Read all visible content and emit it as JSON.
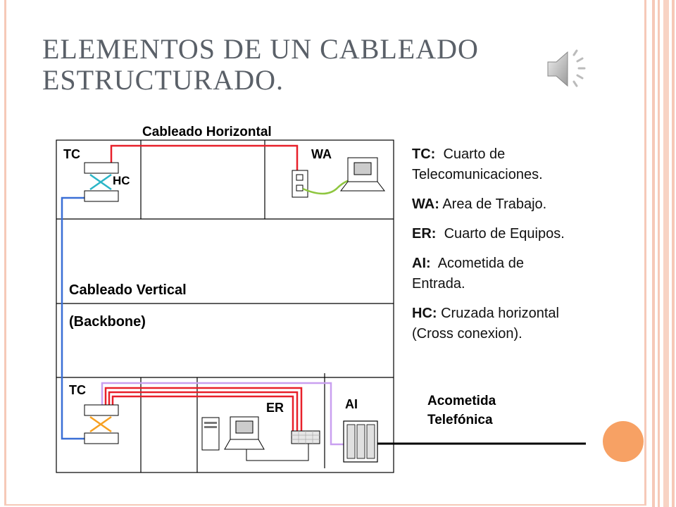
{
  "title": {
    "line1": "ELEMENTOS DE UN CABLEADO",
    "line2": "ESTRUCTURADO."
  },
  "icons": {
    "speaker": "speaker-audio-icon",
    "orange_dot": "orange-circle-decoration"
  },
  "colors": {
    "title": "#5a6068",
    "horizontal_cable": "#e8202a",
    "vertical_cable": "#3a6fd6",
    "telephony_cable": "#c9a0f0",
    "patch_cable": "#8ec63f",
    "cross_hc": "#2bb5c7",
    "cross_er": "#f7a021",
    "accent": "#f7a164",
    "border": "#f6c9b8"
  },
  "diagram": {
    "horizontal_label": "Cableado Horizontal",
    "vertical_label": "Cableado Vertical",
    "backbone_label": "(Backbone)",
    "tc_top": "TC",
    "hc": "HC",
    "wa": "WA",
    "tc_bottom": "TC",
    "er": "ER",
    "ai": "AI",
    "acometida_line1": "Acometida",
    "acometida_line2": "Telefónica"
  },
  "legend": [
    {
      "key": "TC:",
      "text": "Cuarto de",
      "text2": "Telecomunicaciones."
    },
    {
      "key": "WA:",
      "text": "Area de Trabajo."
    },
    {
      "key": "ER:",
      "text": "Cuarto de Equipos."
    },
    {
      "key": "AI:",
      "text": "Acometida de",
      "text2": "Entrada."
    },
    {
      "key": "HC:",
      "text": "Cruzada horizontal",
      "text2": "(Cross conexion)."
    }
  ]
}
